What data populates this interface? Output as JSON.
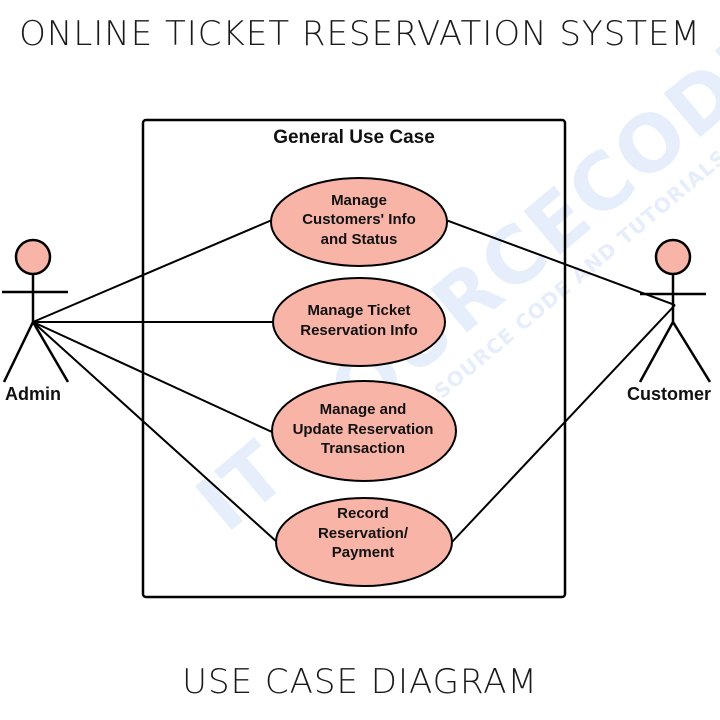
{
  "title": "ONLINE TICKET RESERVATION SYSTEM",
  "footer": "USE CASE DIAGRAM",
  "system_boundary": {
    "label": "General Use Case"
  },
  "actors": [
    {
      "id": "admin",
      "label": "Admin"
    },
    {
      "id": "customer",
      "label": "Customer"
    }
  ],
  "use_cases": [
    {
      "id": "uc1",
      "lines": [
        "Manage",
        "Customers' Info",
        "and Status"
      ]
    },
    {
      "id": "uc2",
      "lines": [
        "Manage Ticket",
        "Reservation Info"
      ]
    },
    {
      "id": "uc3",
      "lines": [
        "Manage and",
        "Update Reservation",
        "Transaction"
      ]
    },
    {
      "id": "uc4",
      "lines": [
        "Record",
        "Reservation/",
        "Payment"
      ]
    }
  ],
  "associations": [
    {
      "from": "admin",
      "to": "uc1"
    },
    {
      "from": "admin",
      "to": "uc2"
    },
    {
      "from": "admin",
      "to": "uc3"
    },
    {
      "from": "admin",
      "to": "uc4"
    },
    {
      "from": "customer",
      "to": "uc1"
    },
    {
      "from": "customer",
      "to": "uc4"
    }
  ],
  "watermark": {
    "logo": "IT SOURCECODE",
    "tagline": "WITH SOURCE CODE AND TUTORIALS"
  },
  "colors": {
    "use_case_fill": "#f9b4a8",
    "actor_head_fill": "#f9b4a8",
    "line": "#000000",
    "watermark": "#e6eefb"
  }
}
